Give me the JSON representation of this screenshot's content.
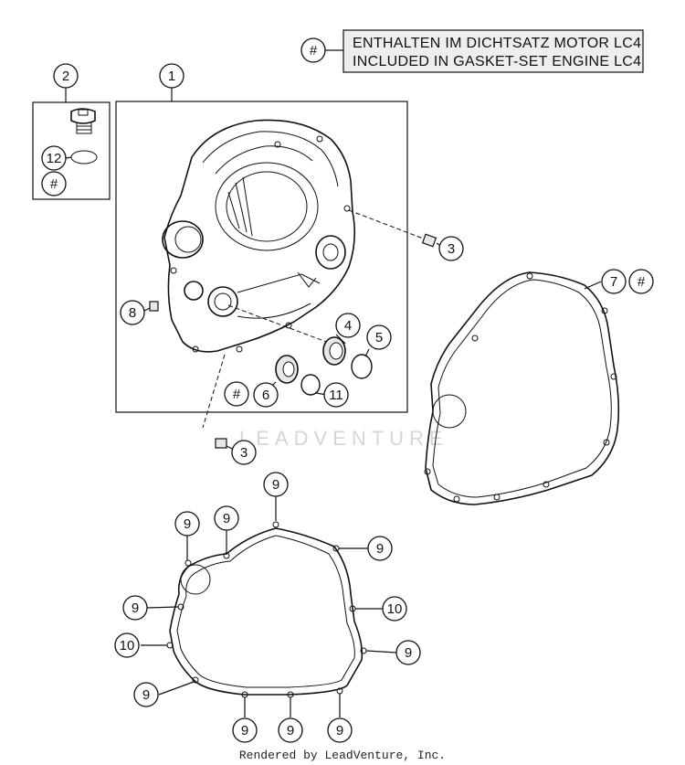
{
  "legend": {
    "symbol": "#",
    "line1": "ENTHALTEN IM DICHTSATZ MOTOR LC4",
    "line2": "INCLUDED IN GASKET-SET ENGINE LC4"
  },
  "callouts": {
    "c1": "1",
    "c2": "2",
    "c3a": "3",
    "c3b": "3",
    "c4": "4",
    "c5": "5",
    "c6": "6",
    "c6hash": "#",
    "c7": "7",
    "c7hash": "#",
    "c8": "8",
    "c9_1": "9",
    "c9_2": "9",
    "c9_3": "9",
    "c9_4": "9",
    "c9_5": "9",
    "c9_6": "9",
    "c9_7": "9",
    "c9_8": "9",
    "c9_9": "9",
    "c9_10": "9",
    "c10a": "10",
    "c10b": "10",
    "c11": "11",
    "c12": "12",
    "c12hash": "#"
  },
  "watermark": "LEADVENTURE",
  "footer": "Rendered by LeadVenture, Inc."
}
